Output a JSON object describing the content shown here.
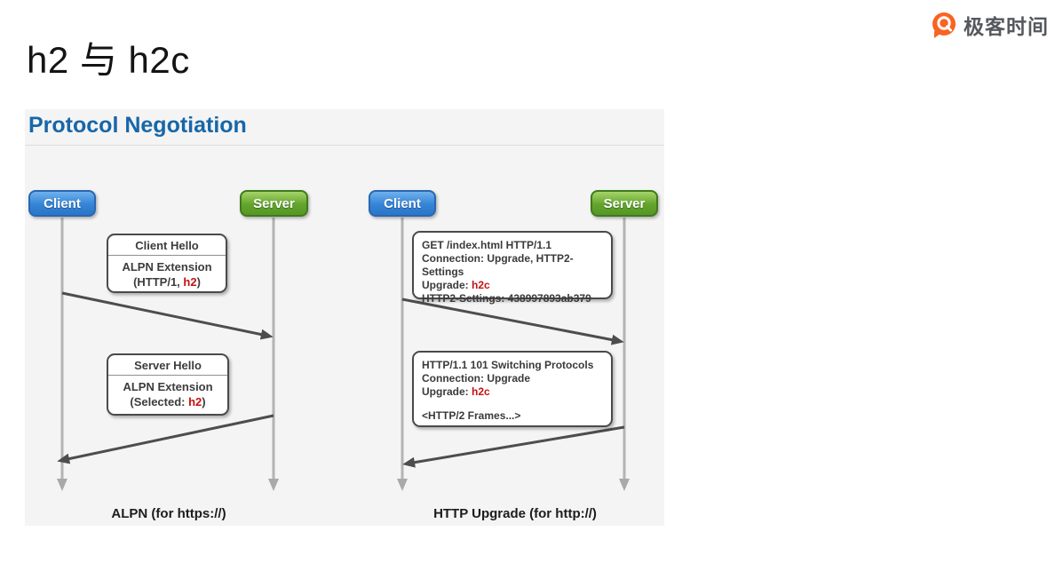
{
  "header": {
    "title": "h2 与 h2c",
    "brand": "极客时间"
  },
  "panel": {
    "title": "Protocol Negotiation"
  },
  "alpn": {
    "client_label": "Client",
    "server_label": "Server",
    "caption": "ALPN (for https://)",
    "request_box": {
      "title": "Client Hello",
      "subtitle": "ALPN Extension",
      "detail_prefix": "(HTTP/1, ",
      "detail_highlight": "h2",
      "detail_suffix": ")"
    },
    "response_box": {
      "title": "Server Hello",
      "subtitle": "ALPN Extension",
      "detail_prefix": "(Selected: ",
      "detail_highlight": "h2",
      "detail_suffix": ")"
    }
  },
  "upgrade": {
    "client_label": "Client",
    "server_label": "Server",
    "caption": "HTTP Upgrade (for http://)",
    "request_box": {
      "line1": "GET /index.html HTTP/1.1",
      "line2": "Connection: Upgrade, HTTP2-Settings",
      "line3_prefix": "Upgrade: ",
      "line3_highlight": "h2c",
      "line4": "HTTP2-Settings: 438997893ab379"
    },
    "response_box": {
      "line1": "HTTP/1.1 101 Switching Protocols",
      "line2": "Connection: Upgrade",
      "line3_prefix": "Upgrade: ",
      "line3_highlight": "h2c",
      "line4": "<HTTP/2 Frames...>"
    }
  },
  "colors": {
    "highlight_red": "#c41111",
    "panel_title_blue": "#1767a8",
    "client_blue": "#3584d6",
    "server_green": "#62a42c",
    "brand_orange": "#f86422"
  }
}
